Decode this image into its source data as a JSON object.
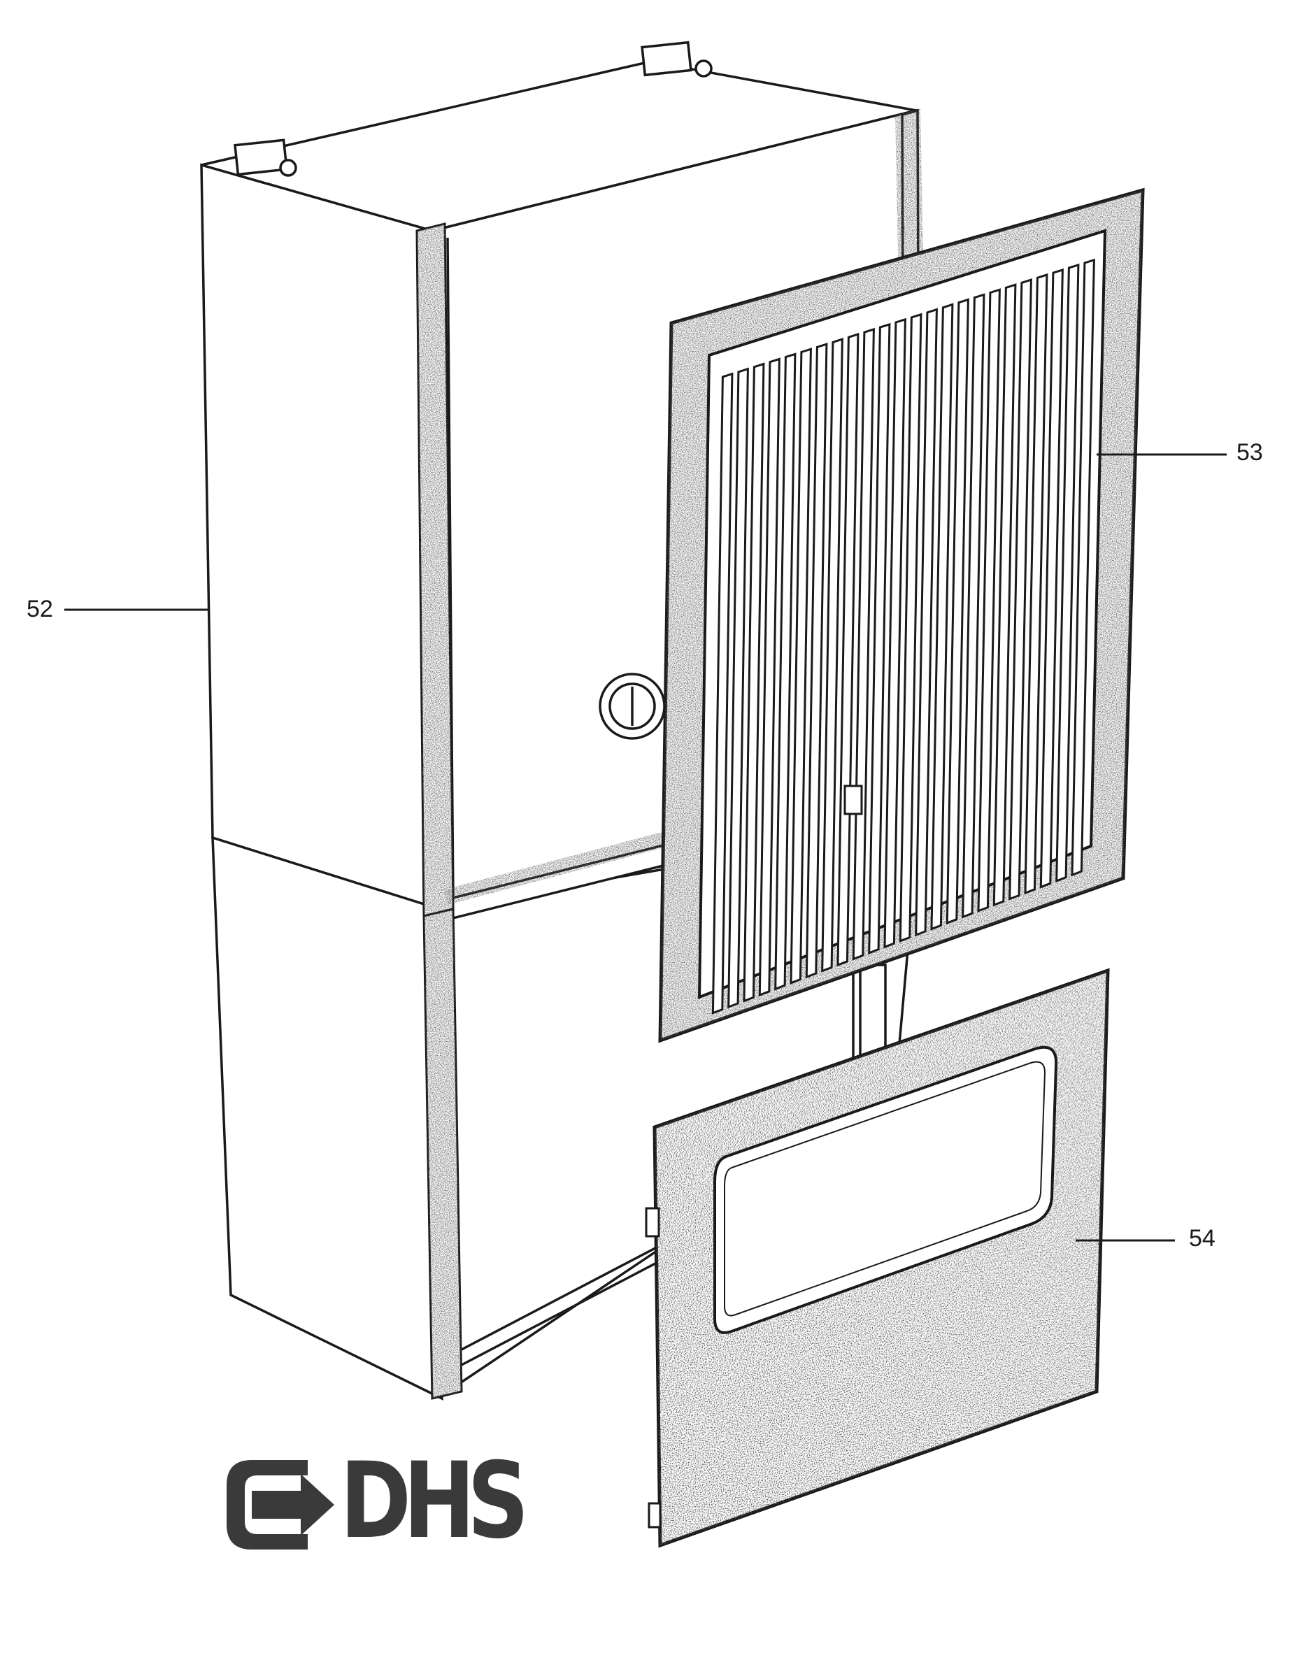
{
  "callouts": {
    "cabinet": "52",
    "grille_panel": "53",
    "lower_panel": "54"
  },
  "logo": {
    "text": "DHS"
  },
  "colors": {
    "ink": "#1a1a1a",
    "paper": "#ffffff",
    "speckle": "#2b2b2b",
    "logo": "#3a3a3a"
  }
}
